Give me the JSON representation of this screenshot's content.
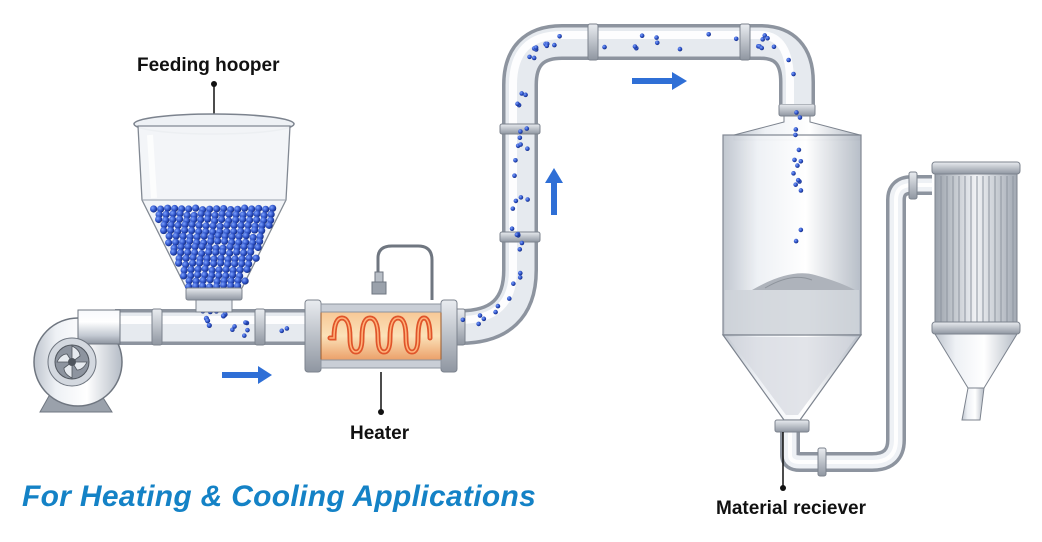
{
  "labels": {
    "hopper": "Feeding hooper",
    "heater": "Heater",
    "receiver": "Material reciever"
  },
  "headline": "For Heating & Cooling Applications",
  "colors": {
    "headline": "#1482c6",
    "pellet": "#2b4fc4",
    "arrow": "#2f6fd6",
    "coil": "#e0542a",
    "heater_glow": "#f7a35c",
    "steel": "#c9ced6",
    "steel_dark": "#8f96a1"
  },
  "icons": [
    "blower-fan-icon",
    "flow-arrow-icon",
    "heating-coil-icon",
    "filter-cartridge-icon"
  ]
}
